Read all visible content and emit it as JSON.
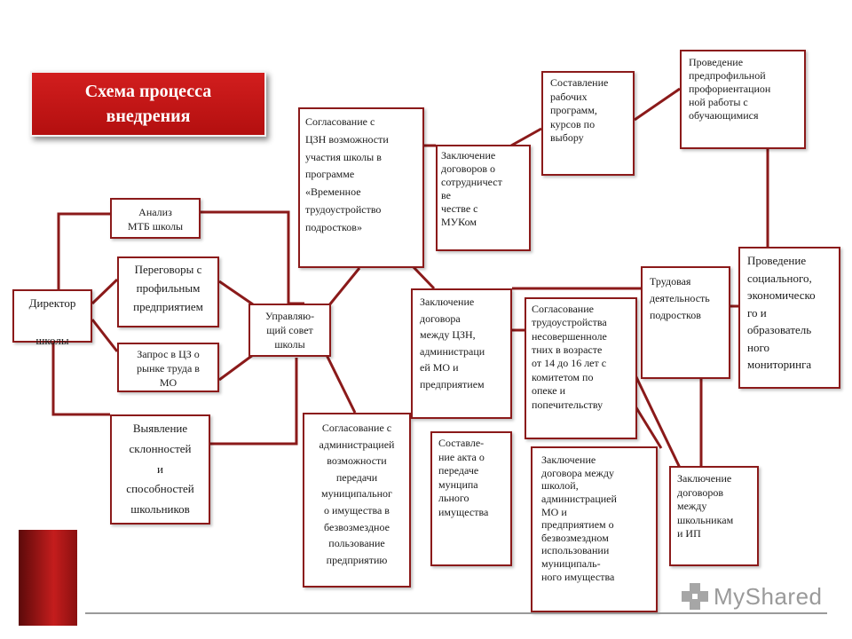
{
  "title": "Схема  процесса\nвнедрения",
  "nodes": {
    "director": "Директор\n\nшколы",
    "analysis": "Анализ\nМТБ школы",
    "negotiations": "Переговоры с\nпрофильным\nпредприятием",
    "request_czn": "Запрос в ЦЗ о\nрынке труда в\nМО",
    "abilities": "Выявление\nсклонностей\nи\nспособностей\nшкольников",
    "council": "Управляю-\nщий совет\nшколы",
    "czn_agreement": "Согласование с\nЦЗН возможности\nучастия школы в\nпрограмме\n«Временное\nтрудоустройство\nподростков»",
    "admin_agreement": "Согласование с\nадминистрацией\nвозможности\nпередачи\nмуниципальног\nо имущества в\nбезвозмездное\nпользование\nпредприятию",
    "coop_contracts": "Заключение\nдоговоров о\nсотрудничест\nве\nчестве с\nМУКом",
    "work_programs": "Составление\nрабочих\nпрограмм,\nкурсов по\nвыбору",
    "preprofile": "Проведение\nпредпрофильной\nпрофориентацион\nной работы с\nобучающимися",
    "czn_contract": "Заключение\nдоговора\nмежду ЦЗН,\nадминистраци\nей МО и\nпредприятием",
    "minors_agreement": "Согласование\nтрудоустройства\nнесовершенноле\nтних  в возрасте\nот 14 до 16 лет с\nкомитетом по\nопеке и\nпопечительству",
    "labor": "Трудовая\nдеятельность\nподростков",
    "monitoring": "Проведение\nсоциального,\nэкономическо\nго и\nобразователь\nного\nмониторинга",
    "transfer_act": "Составле-\nние акта о\nпередаче\nмунципа\nльного\nимущества",
    "property_contract": "Заключение\nдоговора между\nшколой,\nадминистрацией\nМО   и\nпредприятием о\nбезвозмездном\nиспользовании\nмуниципаль-\nного имущества",
    "student_contracts": "Заключение\nдоговоров\nмежду\nшкольникам\nи ИП"
  },
  "watermark": "MyShared",
  "colors": {
    "accent": "#8b1a1a",
    "title_bg": "#c41a1a",
    "title_text": "#ffffff"
  }
}
